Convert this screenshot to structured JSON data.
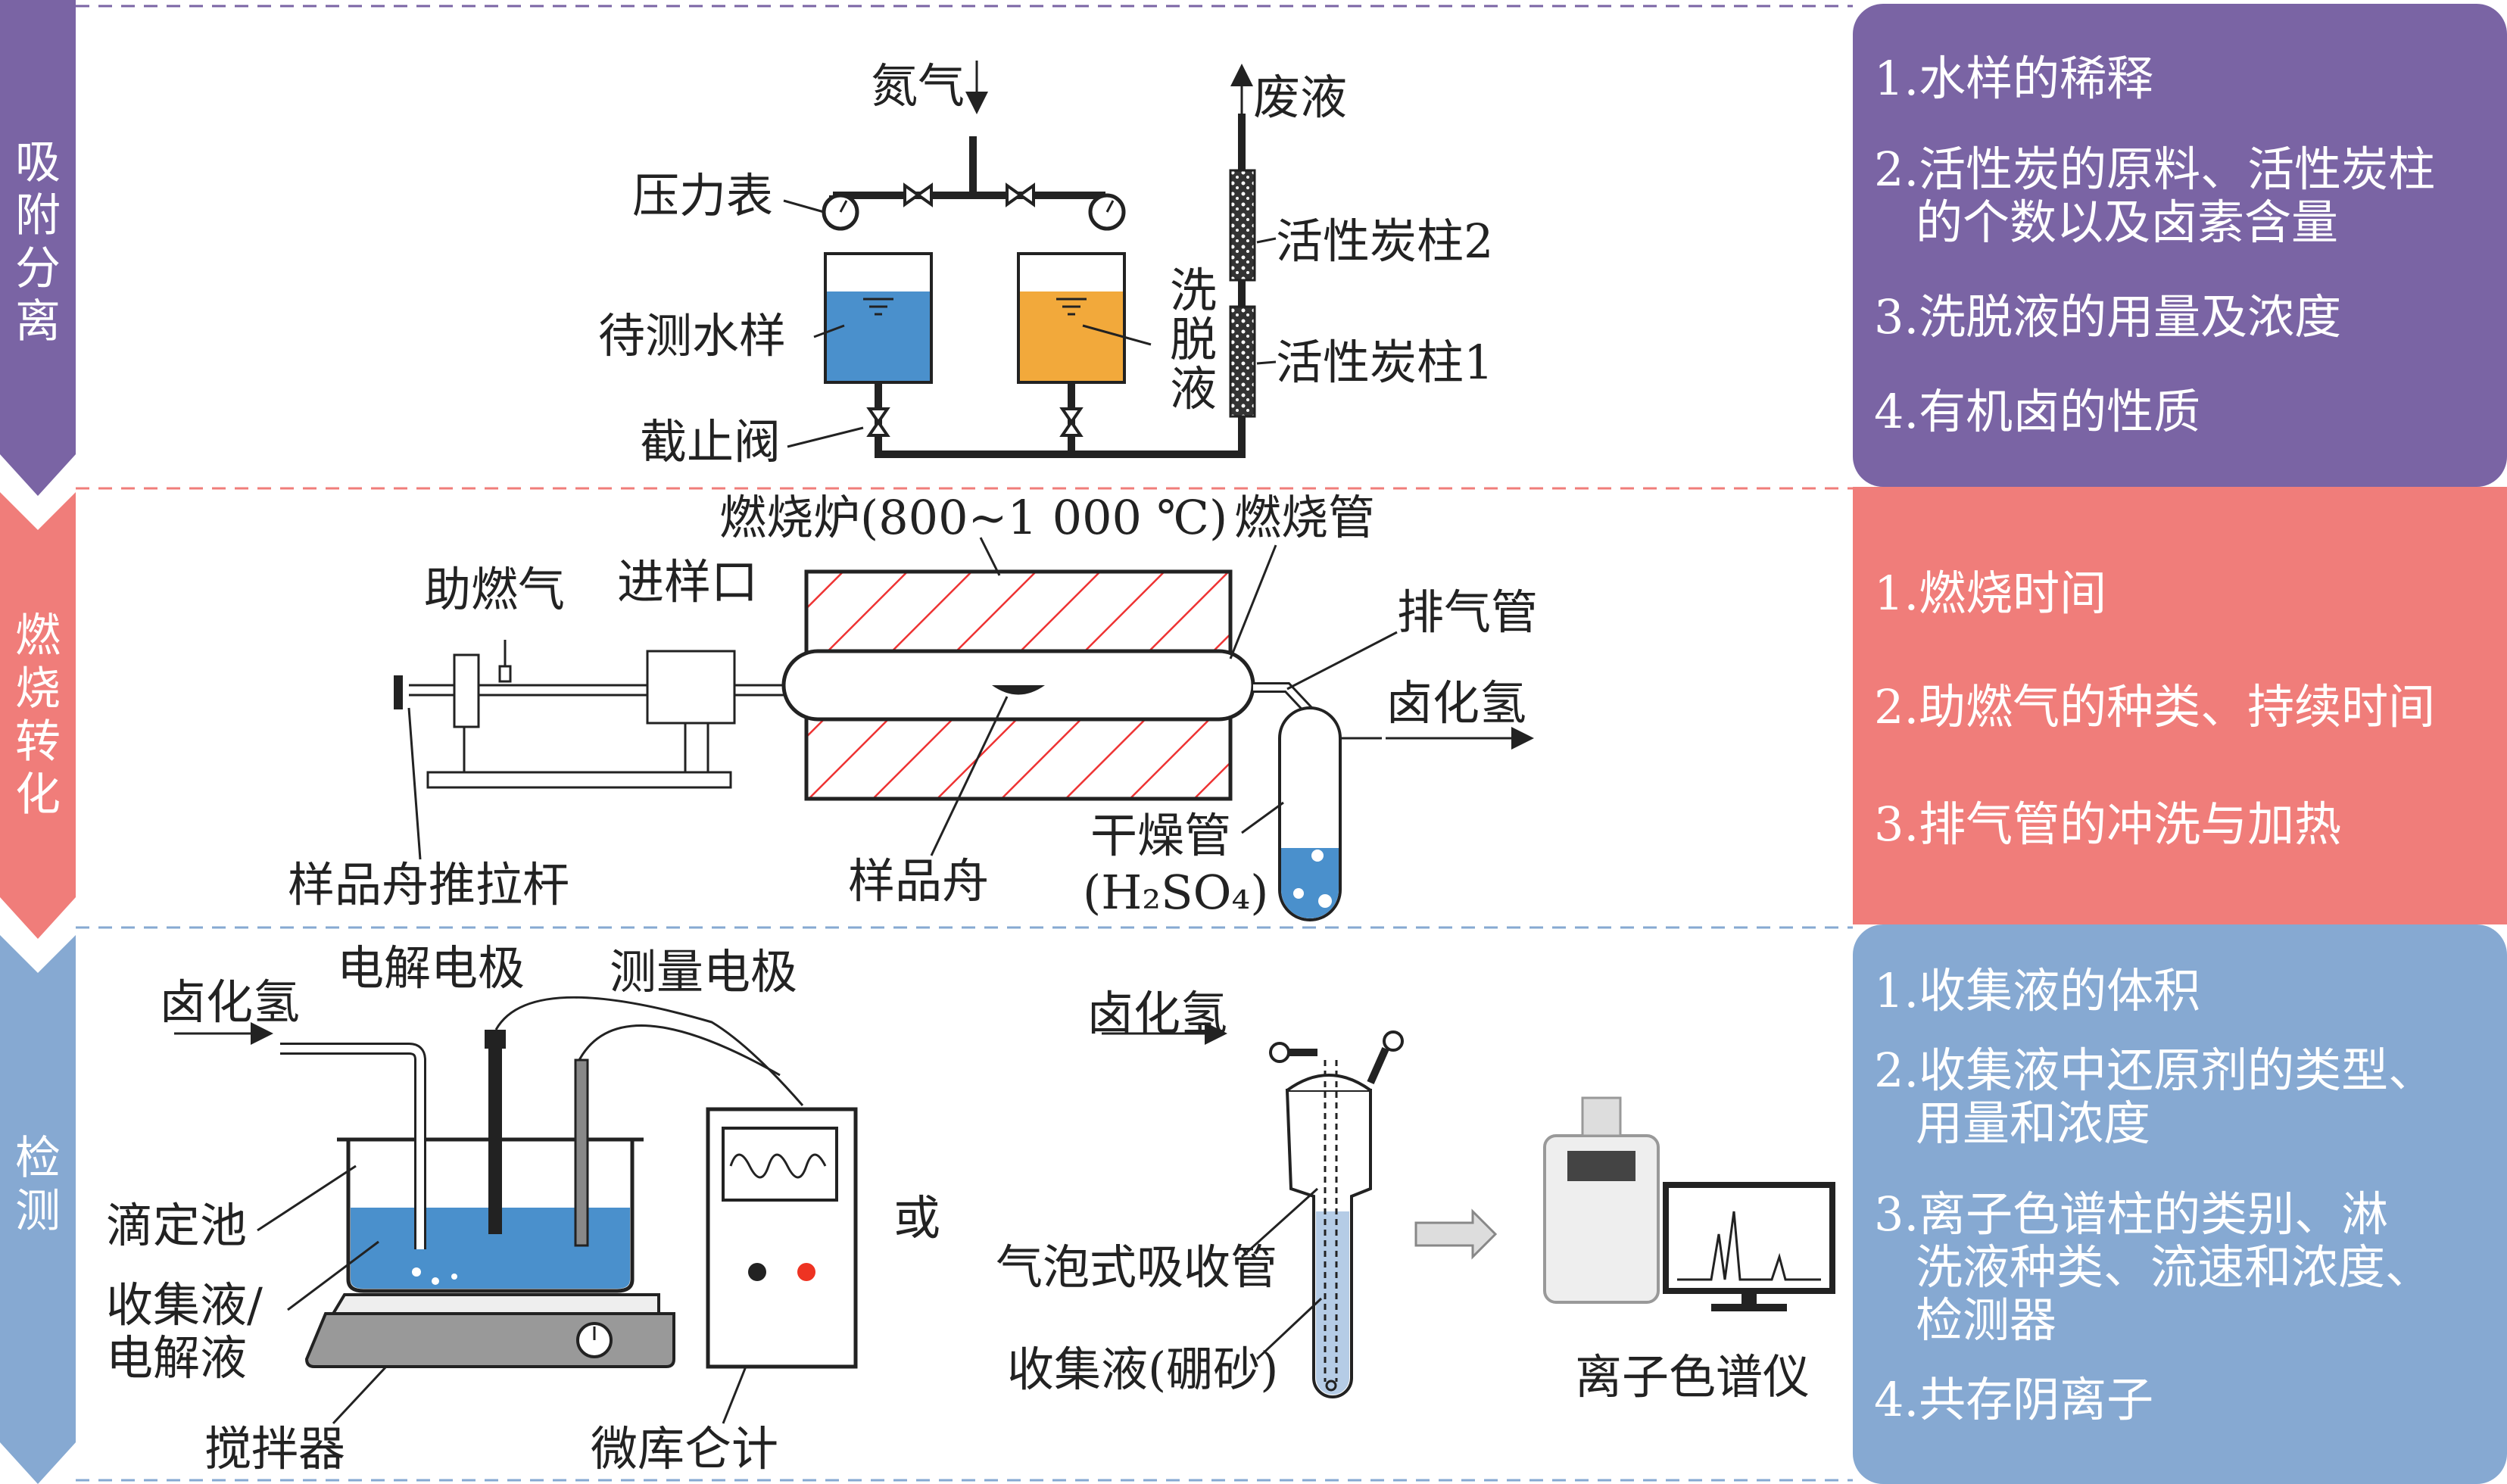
{
  "colors": {
    "purple": "#7a64a4",
    "red": "#f07d7a",
    "blue": "#86a9d2",
    "water": "#4a90cc",
    "orange": "#f2a93b"
  },
  "sections": [
    {
      "label_chars": [
        "吸",
        "附",
        "分",
        "离"
      ],
      "items": [
        "1.水样的稀释",
        "2.活性炭的原料、活性炭柱",
        "的个数以及卤素含量",
        "3.洗脱液的用量及浓度",
        "4.有机卤的性质"
      ]
    },
    {
      "label_chars": [
        "燃",
        "烧",
        "转",
        "化"
      ],
      "items": [
        "1.燃烧时间",
        "2.助燃气的种类、持续时间",
        "3.排气管的冲洗与加热"
      ]
    },
    {
      "label_chars": [
        "检",
        "测"
      ],
      "items": [
        "1.收集液的体积",
        "2.收集液中还原剂的类型、",
        "用量和浓度",
        "3.离子色谱柱的类别、淋",
        "洗液种类、流速和浓度、",
        "检测器",
        "4.共存阴离子"
      ]
    }
  ],
  "adsorption": {
    "nitrogen": "氮气",
    "waste": "废液",
    "gauge": "压力表",
    "sample": "待测水样",
    "eluent": "洗脱液",
    "column2": "活性炭柱2",
    "column1": "活性炭柱1",
    "valve": "截止阀"
  },
  "combustion": {
    "furnace": "燃烧炉(800~1 000 ℃)",
    "tube": "燃烧管",
    "aux_gas": "助燃气",
    "inlet": "进样口",
    "exhaust": "排气管",
    "hx": "卤化氢",
    "rod": "样品舟推拉杆",
    "boat": "样品舟",
    "dryer": "干燥管",
    "dryer_sub": "(H₂SO₄)"
  },
  "detection": {
    "hx1": "卤化氢",
    "electrolysis": "电解电极",
    "measure": "测量电极",
    "cell": "滴定池",
    "liquid1": "收集液/",
    "liquid2": "电解液",
    "stirrer": "搅拌器",
    "coulometer": "微库仑计",
    "or": "或",
    "hx2": "卤化氢",
    "bubbler": "气泡式吸收管",
    "collect": "收集液(硼砂)",
    "ic": "离子色谱仪"
  }
}
